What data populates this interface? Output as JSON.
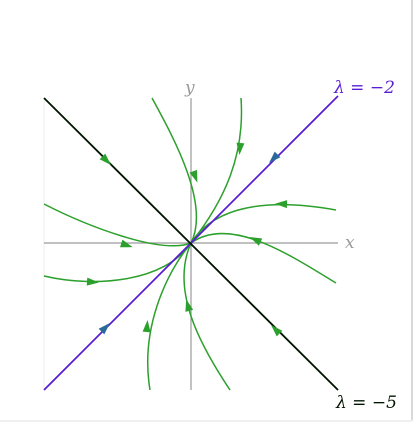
{
  "diagram": {
    "axes": {
      "x_label": "x",
      "y_label": "y"
    },
    "eigenlines": [
      {
        "label": "λ = −2",
        "color": "#5a1ed2"
      },
      {
        "label": "λ = −5",
        "color": "#001400"
      }
    ],
    "trajectory_color": "#2ca02c",
    "axis_color": "#9a9a9a",
    "arrow_color_on_blue_line": "#2a6a9a"
  }
}
